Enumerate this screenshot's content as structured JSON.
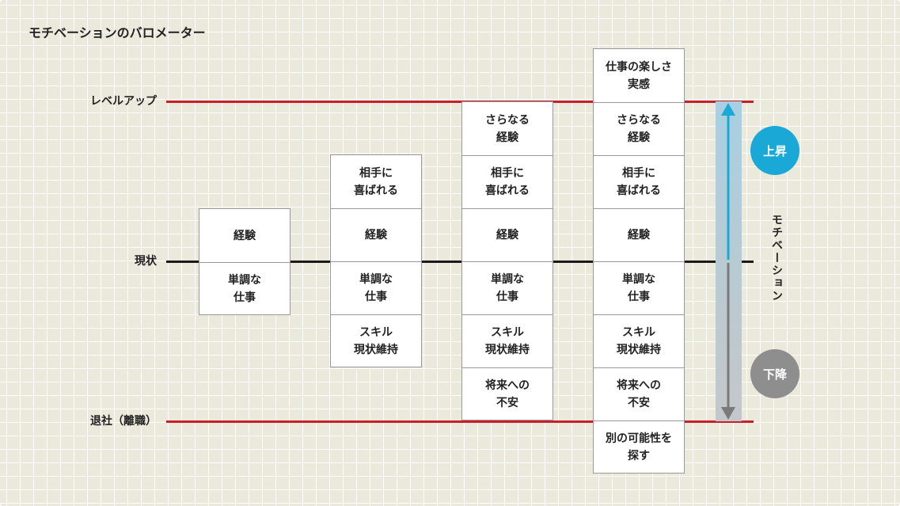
{
  "title": "モチベーションのバロメーター",
  "levels": [
    {
      "label": "レベルアップ",
      "color": "#c8202a"
    },
    {
      "label": "現状",
      "color": "#1a1a1a"
    },
    {
      "label": "退社（離職）",
      "color": "#c8202a"
    }
  ],
  "columns": [
    [
      "経験",
      "単調な\n仕事"
    ],
    [
      "相手に\n喜ばれる",
      "経験",
      "単調な\n仕事",
      "スキル\n現状維持"
    ],
    [
      "さらなる\n経験",
      "相手に\n喜ばれる",
      "経験",
      "単調な\n仕事",
      "スキル\n現状維持",
      "将来への\n不安"
    ],
    [
      "仕事の楽しさ\n実感",
      "さらなる\n経験",
      "相手に\n喜ばれる",
      "経験",
      "単調な\n仕事",
      "スキル\n現状維持",
      "将来への\n不安",
      "別の可能性を\n探す"
    ]
  ],
  "axis": {
    "label": "モチベーション",
    "up": {
      "label": "上昇",
      "color": "#1aa9d6"
    },
    "down": {
      "label": "下降",
      "color": "#8e8e8e"
    }
  },
  "arrow_colors": {
    "up": "#1aa9d6",
    "down": "#7a7a7a"
  }
}
